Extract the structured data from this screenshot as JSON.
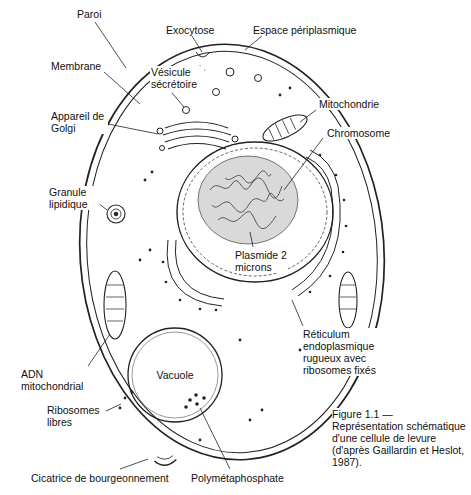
{
  "diagram": {
    "caption": "Figure 1.1 — Représentation schématique d'une cellule de levure (d'après Gaillardin et Heslot, 1987).",
    "nodes": [
      {
        "text": [
          "Vacuole"
        ]
      }
    ],
    "labels": [
      "Paroi",
      "Exocytose",
      "Espace périplasmique",
      "Membrane",
      "Vésicule sécrétoire",
      "Appareil de Golgi",
      "Mitochondrie",
      "Chromosome",
      "Granule lipidique",
      "Plasmide 2 microns",
      "ADN mitochondrial",
      "Réticulum endoplasmique rugueux avec ribosomes fixés",
      "Ribosomes libres",
      "Cicatrice de bourgeonnement",
      "Polymétaphosphate"
    ]
  }
}
